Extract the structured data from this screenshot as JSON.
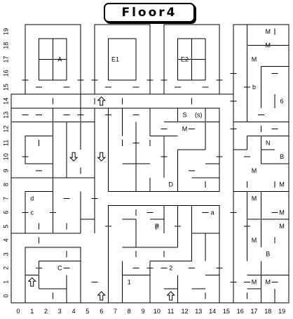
{
  "title": "Floor4",
  "axes": {
    "x_labels": [
      "0",
      "1",
      "2",
      "3",
      "4",
      "5",
      "6",
      "7",
      "8",
      "9",
      "10",
      "11",
      "12",
      "13",
      "14",
      "15",
      "16",
      "17",
      "18",
      "19"
    ],
    "y_labels": [
      "0",
      "1",
      "2",
      "3",
      "4",
      "5",
      "6",
      "7",
      "8",
      "9",
      "10",
      "11",
      "12",
      "13",
      "14",
      "15",
      "16",
      "17",
      "18",
      "19"
    ]
  },
  "cell_labels": [
    {
      "id": "a-room-top",
      "text": "A",
      "col": 3,
      "row": 17
    },
    {
      "id": "e1",
      "text": "E1",
      "col": 7,
      "row": 17
    },
    {
      "id": "e2",
      "text": "E2",
      "col": 12,
      "row": 17
    },
    {
      "id": "m-1",
      "text": "M",
      "col": 18,
      "row": 19
    },
    {
      "id": "m-2",
      "text": "M",
      "col": 18,
      "row": 18
    },
    {
      "id": "m-3",
      "text": "M",
      "col": 17,
      "row": 17
    },
    {
      "id": "b-lower",
      "text": "b",
      "col": 17,
      "row": 15
    },
    {
      "id": "six",
      "text": "6",
      "col": 19,
      "row": 14
    },
    {
      "id": "s",
      "text": "S",
      "col": 12,
      "row": 13
    },
    {
      "id": "s-paren",
      "text": "(s)",
      "col": 13,
      "row": 13
    },
    {
      "id": "m-4",
      "text": "M",
      "col": 12,
      "row": 12
    },
    {
      "id": "n",
      "text": "N",
      "col": 18,
      "row": 11
    },
    {
      "id": "b-upper",
      "text": "B",
      "col": 19,
      "row": 10
    },
    {
      "id": "m-5",
      "text": "M",
      "col": 17,
      "row": 9
    },
    {
      "id": "d-upper",
      "text": "D",
      "col": 11,
      "row": 8
    },
    {
      "id": "m-6",
      "text": "M",
      "col": 19,
      "row": 8
    },
    {
      "id": "d-lower",
      "text": "d",
      "col": 1,
      "row": 7
    },
    {
      "id": "c-lower",
      "text": "c",
      "col": 1,
      "row": 6
    },
    {
      "id": "a-lower",
      "text": "a",
      "col": 14,
      "row": 6
    },
    {
      "id": "m-7",
      "text": "M",
      "col": 17,
      "row": 7
    },
    {
      "id": "m-8",
      "text": "M",
      "col": 19,
      "row": 6
    },
    {
      "id": "p-cap",
      "text": "P",
      "col": 10,
      "row": 5
    },
    {
      "id": "p-low",
      "text": "p",
      "col": 10,
      "row": 5
    },
    {
      "id": "m-9",
      "text": "M",
      "col": 19,
      "row": 5
    },
    {
      "id": "m-10",
      "text": "M",
      "col": 17,
      "row": 4
    },
    {
      "id": "b-bottom",
      "text": "B",
      "col": 18,
      "row": 3
    },
    {
      "id": "c-upper",
      "text": "C",
      "col": 3,
      "row": 2
    },
    {
      "id": "two",
      "text": "2",
      "col": 11,
      "row": 2
    },
    {
      "id": "one",
      "text": "1",
      "col": 8,
      "row": 1
    },
    {
      "id": "m-11",
      "text": "M",
      "col": 17,
      "row": 1
    },
    {
      "id": "m-12",
      "text": "M",
      "col": 18,
      "row": 1
    }
  ],
  "arrows": [
    {
      "id": "up-6-14",
      "dir": "up",
      "col": 6,
      "row": 14
    },
    {
      "id": "down-4-10",
      "dir": "down",
      "col": 4,
      "row": 10
    },
    {
      "id": "down-6-10",
      "dir": "down",
      "col": 6,
      "row": 10
    },
    {
      "id": "up-1-1",
      "dir": "up",
      "col": 1,
      "row": 1
    },
    {
      "id": "up-6-0",
      "dir": "up",
      "col": 6,
      "row": 0
    },
    {
      "id": "up-11-0",
      "dir": "up",
      "col": 11,
      "row": 0
    }
  ]
}
